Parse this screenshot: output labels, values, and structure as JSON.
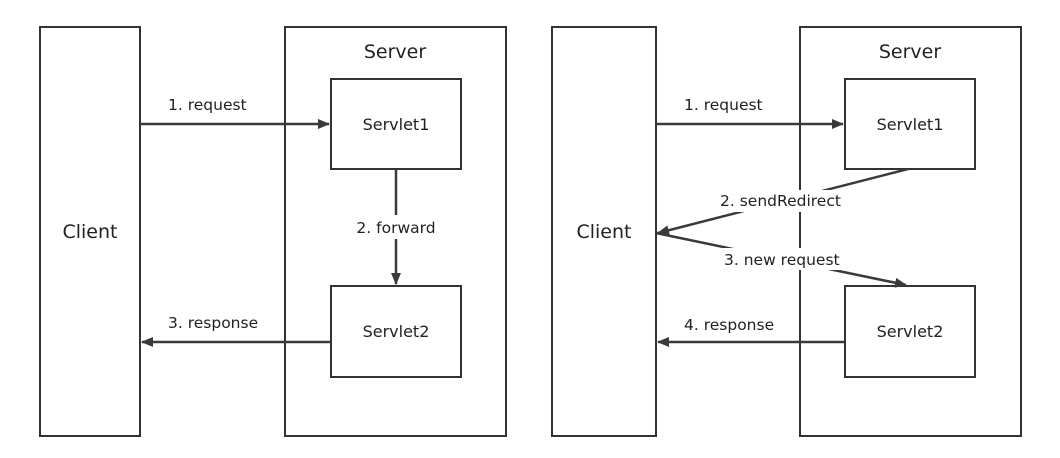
{
  "forward_diagram": {
    "client_label": "Client",
    "server_label": "Server",
    "servlet1_label": "Servlet1",
    "servlet2_label": "Servlet2",
    "request_label": "1. request",
    "forward_label": "2. forward",
    "response_label": "3. response"
  },
  "redirect_diagram": {
    "client_label": "Client",
    "server_label": "Server",
    "servlet1_label": "Servlet1",
    "servlet2_label": "Servlet2",
    "request_label": "1. request",
    "send_redirect_label": "2. sendRedirect",
    "new_request_label": "3. new request",
    "response_label": "4. response"
  },
  "colors": {
    "stroke": "#333333",
    "arrow": "#3a3a3a",
    "text": "#222222",
    "background": "#ffffff"
  }
}
